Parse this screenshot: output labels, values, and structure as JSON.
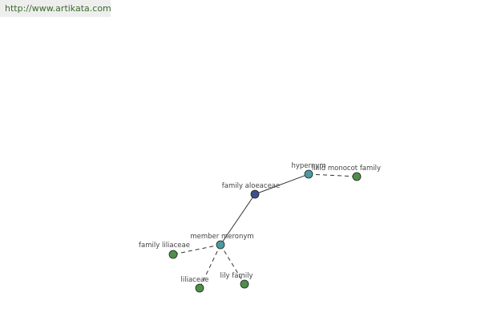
{
  "watermark": {
    "text": "http://www.artikata.com",
    "color": "#3a6b2a"
  },
  "colors": {
    "center": "#3c4f8a",
    "relation": "#4a9ba0",
    "term": "#4e8f48",
    "edge": "#333333"
  },
  "nodes": [
    {
      "id": "family-aloeaceae",
      "label": "family aloeaceae",
      "kind": "center"
    },
    {
      "id": "hypernym",
      "label": "hypernym",
      "kind": "relation"
    },
    {
      "id": "liliid-monocot-family",
      "label": "liliid monocot family",
      "kind": "term"
    },
    {
      "id": "member-meronym",
      "label": "member meronym",
      "kind": "relation"
    },
    {
      "id": "family-liliaceae",
      "label": "family liliaceae",
      "kind": "term"
    },
    {
      "id": "liliaceae",
      "label": "liliaceae",
      "kind": "term"
    },
    {
      "id": "lily-family",
      "label": "lily family",
      "kind": "term"
    }
  ],
  "edges": [
    {
      "from": "family-aloeaceae",
      "to": "hypernym",
      "style": "solid"
    },
    {
      "from": "hypernym",
      "to": "liliid-monocot-family",
      "style": "dashed"
    },
    {
      "from": "family-aloeaceae",
      "to": "member-meronym",
      "style": "solid"
    },
    {
      "from": "member-meronym",
      "to": "family-liliaceae",
      "style": "dashed"
    },
    {
      "from": "member-meronym",
      "to": "liliaceae",
      "style": "dashed"
    },
    {
      "from": "member-meronym",
      "to": "lily-family",
      "style": "dashed"
    }
  ]
}
